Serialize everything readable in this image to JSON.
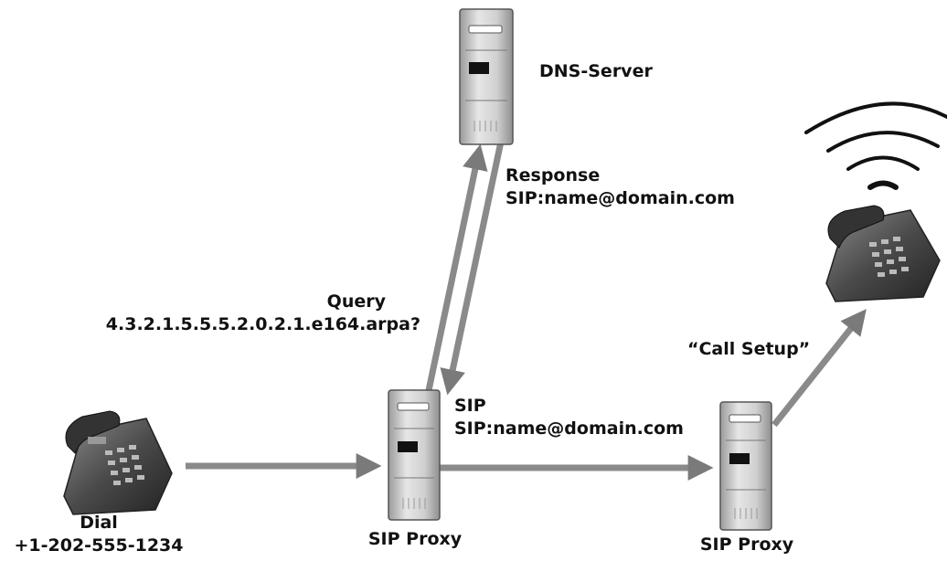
{
  "nodes": {
    "dns_server": {
      "label": "DNS-Server"
    },
    "sip_proxy_1": {
      "label": "SIP Proxy"
    },
    "sip_proxy_2": {
      "label": "SIP Proxy"
    },
    "dialing_phone": {
      "label_line1": "Dial",
      "label_line2": "+1-202-555-1234"
    },
    "receiving_phone": {
      "label": ""
    }
  },
  "edges": {
    "dial_to_proxy": {
      "label": ""
    },
    "query": {
      "label_line1": "Query",
      "label_line2": "4.3.2.1.5.5.5.2.0.2.1.e164.arpa?"
    },
    "response": {
      "label_line1": "Response",
      "label_line2": "SIP:name@domain.com"
    },
    "proxy_to_proxy": {
      "label_line1": "SIP",
      "label_line2": "SIP:name@domain.com"
    },
    "call_setup": {
      "label": "“Call Setup”"
    }
  },
  "colors": {
    "arrow": "#8a8a8a",
    "arrow_dark": "#5e5e5e",
    "server_body": "#d4d4d4",
    "server_dark": "#7a7a7a",
    "phone_body": "#444444",
    "text": "#111111"
  }
}
